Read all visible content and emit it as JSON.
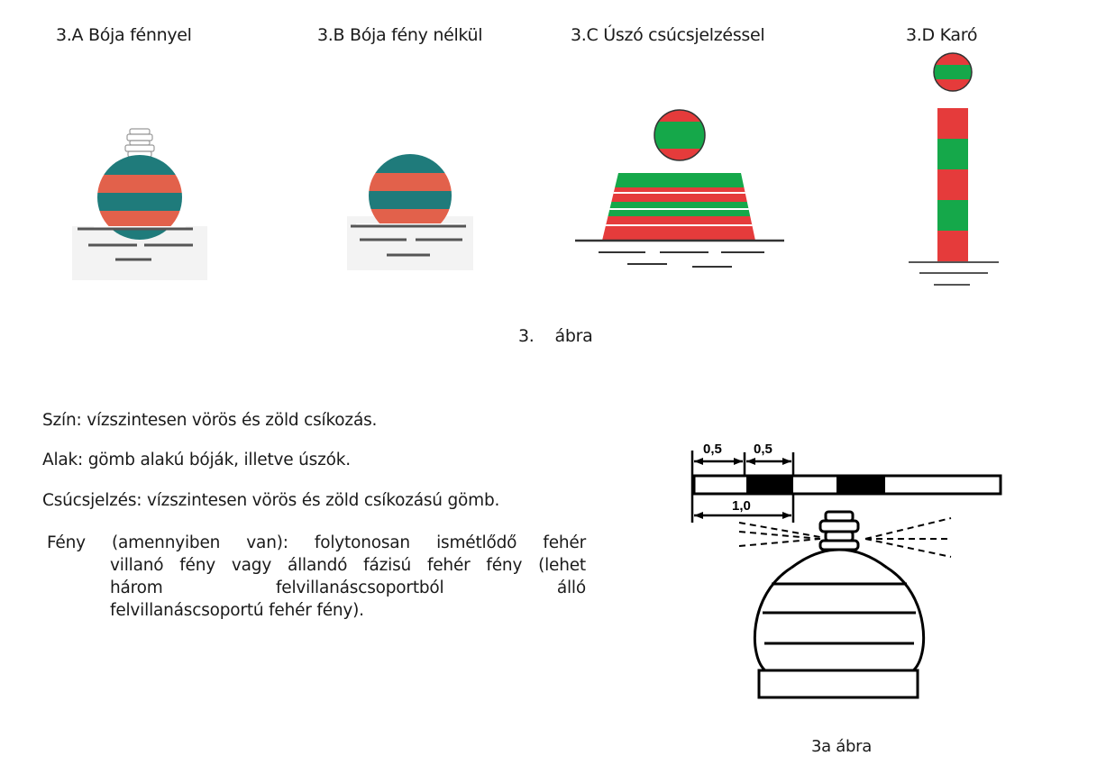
{
  "figure3": {
    "captions": {
      "a": "3.A Bója fénnyel",
      "b": "3.B Bója fény nélkül",
      "c": "3.C Úszó csúcsjelzéssel",
      "d": "3.D Karó"
    },
    "label": "3.    ábra"
  },
  "description": {
    "color": "Szín: vízszintesen vörös és zöld csíkozás.",
    "shape": "Alak: gömb alakú bóják, illetve úszók.",
    "topmark": "Csúcsjelzés: vízszintesen vörös és zöld csíkozású gömb.",
    "light": {
      "first_line": "Fény (amennyiben van): folytonosan ismétlődő fehér",
      "line2": "villanó fény vagy állandó fázisú fehér fény (lehet",
      "line3": "három felvillanáscsoportból álló",
      "line4": "felvillanáscsoportú fehér fény)."
    }
  },
  "figure3a": {
    "dimensions": {
      "d1": "0,5",
      "d2": "0,5",
      "d3": "1,0"
    },
    "label": "3a ábra"
  },
  "colors": {
    "red": "#e53b3b",
    "green": "#15a84a",
    "salmon": "#e2614b",
    "teal": "#1f7b7b",
    "line": "#333333"
  }
}
